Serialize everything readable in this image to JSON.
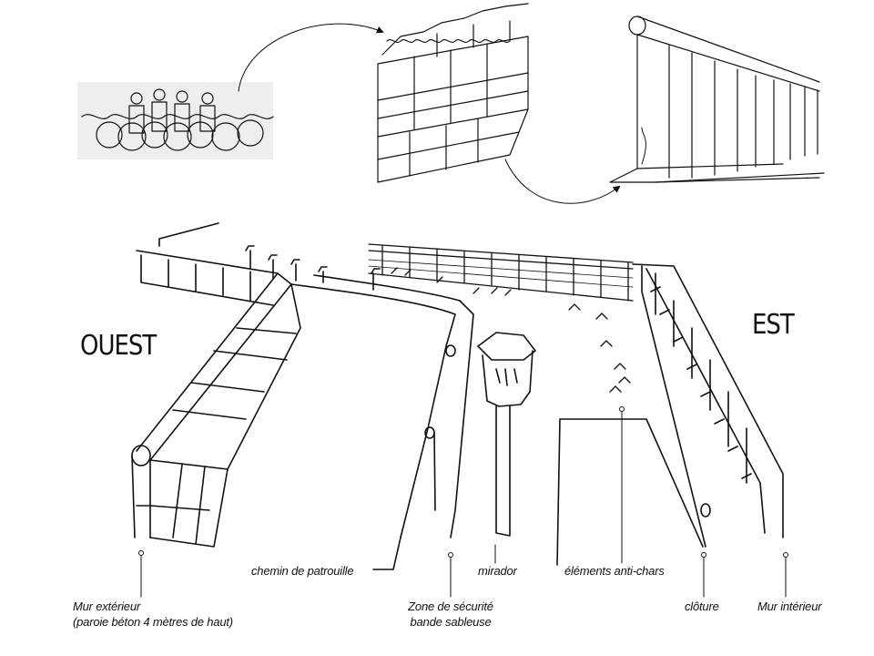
{
  "regions": {
    "west": "OUEST",
    "east": "EST"
  },
  "labels": {
    "outer_wall": {
      "line1": "Mur extérieur",
      "line2": "(paroie béton 4 mètres de haut)"
    },
    "patrol_path": "chemin de patrouille",
    "security_zone": {
      "line1": "Zone de sécurité",
      "line2": "bande sableuse"
    },
    "watchtower": "mirador",
    "anti_tank": "éléments anti-chars",
    "fence": "clôture",
    "inner_wall": "Mur intérieur"
  }
}
